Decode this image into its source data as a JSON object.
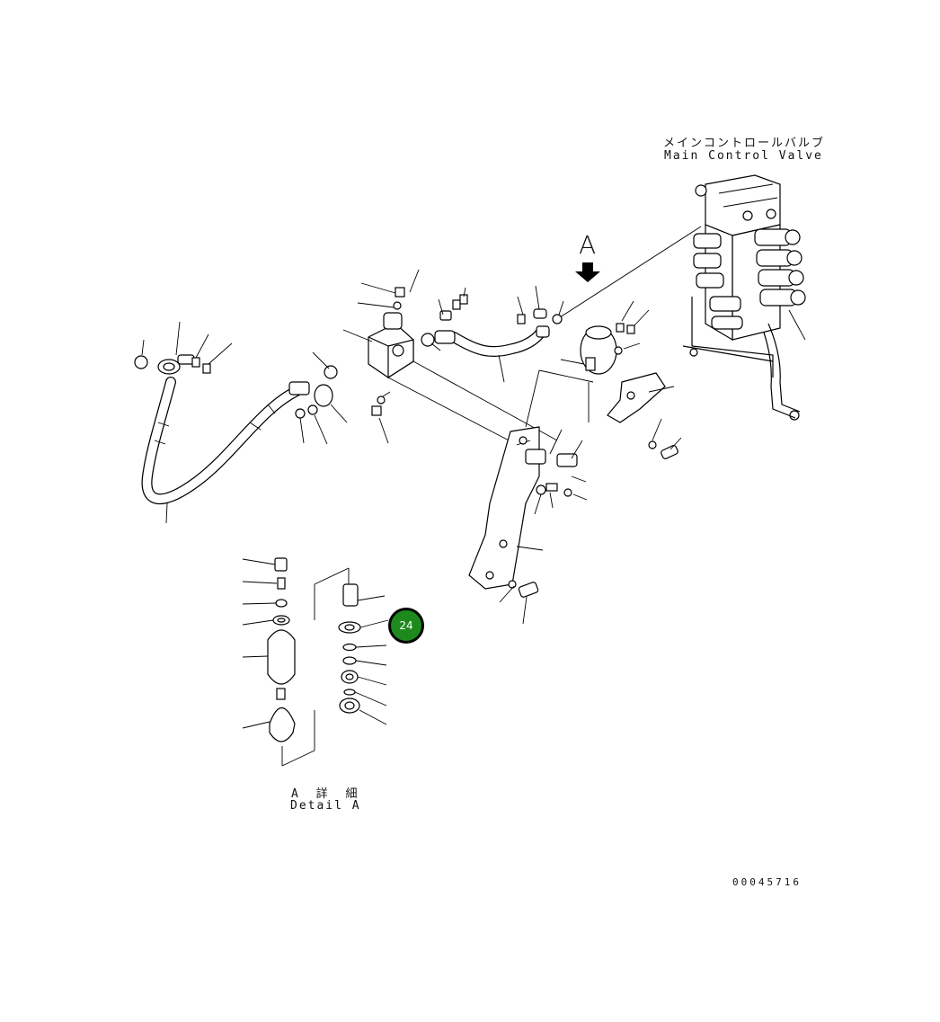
{
  "labels": {
    "main_valve_jp": "メインコントロールバルブ",
    "main_valve_en": "Main Control Valve",
    "view_letter": "A",
    "detail_jp": "A 詳 細",
    "detail_en": "Detail A",
    "drawing_number": "00045716"
  },
  "callout": {
    "number": "24",
    "color": "#1e8a1e"
  }
}
